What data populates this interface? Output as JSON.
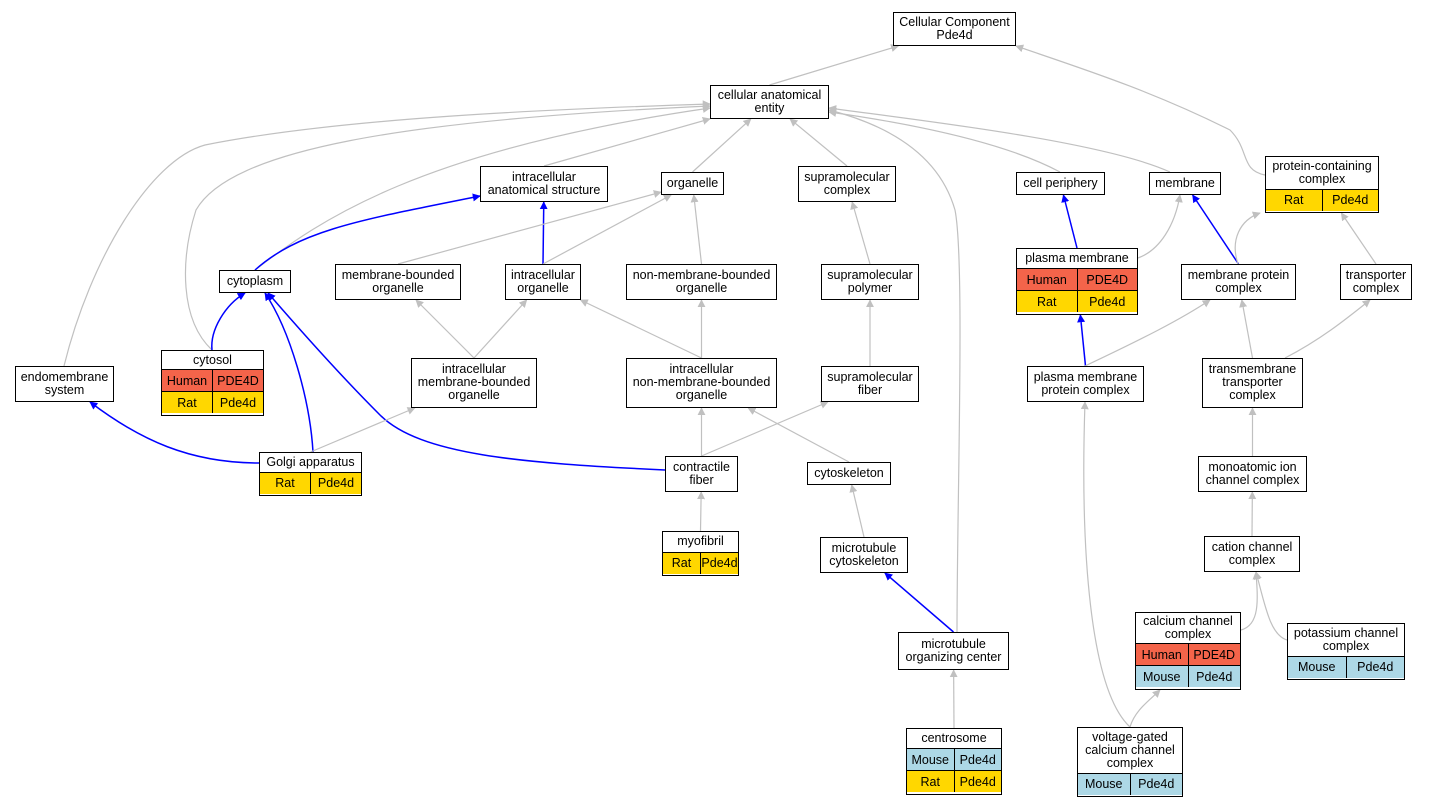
{
  "colors": {
    "gray_edge": "#c0c0c0",
    "blue_edge": "#0000ff",
    "human": "#f4644a",
    "rat": "#ffd700",
    "mouse": "#add8e6"
  },
  "nodes": {
    "cc": {
      "label": "Cellular Component\nPde4d"
    },
    "cae": {
      "label": "cellular anatomical\nentity"
    },
    "ias": {
      "label": "intracellular\nanatomical structure"
    },
    "organelle": {
      "label": "organelle"
    },
    "supcomplex": {
      "label": "supramolecular\ncomplex"
    },
    "cellper": {
      "label": "cell periphery"
    },
    "membrane": {
      "label": "membrane"
    },
    "pcc": {
      "label": "protein-containing\ncomplex",
      "rows": [
        {
          "species": "Rat",
          "gene": "Pde4d",
          "color": "rat"
        }
      ]
    },
    "cytoplasm": {
      "label": "cytoplasm"
    },
    "mbo": {
      "label": "membrane-bounded\norganelle"
    },
    "io": {
      "label": "intracellular\norganelle"
    },
    "nmbo": {
      "label": "non-membrane-bounded\norganelle"
    },
    "suppoly": {
      "label": "supramolecular\npolymer"
    },
    "pm": {
      "label": "plasma membrane",
      "rows": [
        {
          "species": "Human",
          "gene": "PDE4D",
          "color": "human"
        },
        {
          "species": "Rat",
          "gene": "Pde4d",
          "color": "rat"
        }
      ]
    },
    "mpc": {
      "label": "membrane protein\ncomplex"
    },
    "tc": {
      "label": "transporter\ncomplex"
    },
    "cytosol": {
      "label": "cytosol",
      "rows": [
        {
          "species": "Human",
          "gene": "PDE4D",
          "color": "human"
        },
        {
          "species": "Rat",
          "gene": "Pde4d",
          "color": "rat"
        }
      ]
    },
    "endo": {
      "label": "endomembrane\nsystem"
    },
    "imbo": {
      "label": "intracellular\nmembrane-bounded\norganelle"
    },
    "inmbo": {
      "label": "intracellular\nnon-membrane-bounded\norganelle"
    },
    "supfiber": {
      "label": "supramolecular\nfiber"
    },
    "pmpc": {
      "label": "plasma membrane\nprotein complex"
    },
    "ttc": {
      "label": "transmembrane\ntransporter\ncomplex"
    },
    "golgi": {
      "label": "Golgi apparatus",
      "rows": [
        {
          "species": "Rat",
          "gene": "Pde4d",
          "color": "rat"
        }
      ]
    },
    "cfiber": {
      "label": "contractile\nfiber"
    },
    "cytoskel": {
      "label": "cytoskeleton"
    },
    "mic": {
      "label": "monoatomic ion\nchannel complex"
    },
    "myofibril": {
      "label": "myofibril",
      "rows": [
        {
          "species": "Rat",
          "gene": "Pde4d",
          "color": "rat"
        }
      ]
    },
    "mtcyto": {
      "label": "microtubule\ncytoskeleton"
    },
    "ccc": {
      "label": "cation channel\ncomplex"
    },
    "calc": {
      "label": "calcium channel\ncomplex",
      "rows": [
        {
          "species": "Human",
          "gene": "PDE4D",
          "color": "human"
        },
        {
          "species": "Mouse",
          "gene": "Pde4d",
          "color": "mouse"
        }
      ]
    },
    "potc": {
      "label": "potassium channel\ncomplex",
      "rows": [
        {
          "species": "Mouse",
          "gene": "Pde4d",
          "color": "mouse"
        }
      ]
    },
    "mtoc": {
      "label": "microtubule\norganizing center"
    },
    "centrosome": {
      "label": "centrosome",
      "rows": [
        {
          "species": "Mouse",
          "gene": "Pde4d",
          "color": "mouse"
        },
        {
          "species": "Rat",
          "gene": "Pde4d",
          "color": "rat"
        }
      ]
    },
    "vgcc": {
      "label": "voltage-gated\ncalcium channel\ncomplex",
      "rows": [
        {
          "species": "Mouse",
          "gene": "Pde4d",
          "color": "mouse"
        }
      ]
    }
  },
  "edges": [
    {
      "from": "cae",
      "to": "cc",
      "color": "gray"
    },
    {
      "from": "pcc",
      "to": "cc",
      "color": "gray"
    },
    {
      "from": "ias",
      "to": "cae",
      "color": "gray"
    },
    {
      "from": "organelle",
      "to": "cae",
      "color": "gray"
    },
    {
      "from": "supcomplex",
      "to": "cae",
      "color": "gray"
    },
    {
      "from": "cellper",
      "to": "cae",
      "color": "gray"
    },
    {
      "from": "membrane",
      "to": "cae",
      "color": "gray"
    },
    {
      "from": "endo",
      "to": "cae",
      "color": "gray"
    },
    {
      "from": "cytosol",
      "to": "cae",
      "color": "gray"
    },
    {
      "from": "cytoplasm",
      "to": "cae",
      "color": "gray"
    },
    {
      "from": "mtoc",
      "to": "cae",
      "color": "gray"
    },
    {
      "from": "cytoplasm",
      "to": "ias",
      "color": "blue"
    },
    {
      "from": "io",
      "to": "ias",
      "color": "blue"
    },
    {
      "from": "mbo",
      "to": "organelle",
      "color": "gray"
    },
    {
      "from": "io",
      "to": "organelle",
      "color": "gray"
    },
    {
      "from": "nmbo",
      "to": "organelle",
      "color": "gray"
    },
    {
      "from": "suppoly",
      "to": "supcomplex",
      "color": "gray"
    },
    {
      "from": "pm",
      "to": "cellper",
      "color": "blue"
    },
    {
      "from": "pm",
      "to": "membrane",
      "color": "gray"
    },
    {
      "from": "mpc",
      "to": "membrane",
      "color": "blue"
    },
    {
      "from": "mpc",
      "to": "pcc",
      "color": "gray"
    },
    {
      "from": "tc",
      "to": "pcc",
      "color": "gray"
    },
    {
      "from": "cytosol",
      "to": "cytoplasm",
      "color": "blue"
    },
    {
      "from": "golgi",
      "to": "cytoplasm",
      "color": "blue"
    },
    {
      "from": "cfiber",
      "to": "cytoplasm",
      "color": "blue"
    },
    {
      "from": "imbo",
      "to": "mbo",
      "color": "gray"
    },
    {
      "from": "imbo",
      "to": "io",
      "color": "gray"
    },
    {
      "from": "inmbo",
      "to": "io",
      "color": "gray"
    },
    {
      "from": "inmbo",
      "to": "nmbo",
      "color": "gray"
    },
    {
      "from": "supfiber",
      "to": "suppoly",
      "color": "gray"
    },
    {
      "from": "pmpc",
      "to": "pm",
      "color": "blue"
    },
    {
      "from": "pmpc",
      "to": "mpc",
      "color": "gray"
    },
    {
      "from": "ttc",
      "to": "mpc",
      "color": "gray"
    },
    {
      "from": "ttc",
      "to": "tc",
      "color": "gray"
    },
    {
      "from": "golgi",
      "to": "endo",
      "color": "blue"
    },
    {
      "from": "golgi",
      "to": "imbo",
      "color": "gray"
    },
    {
      "from": "cfiber",
      "to": "inmbo",
      "color": "gray"
    },
    {
      "from": "cytoskel",
      "to": "inmbo",
      "color": "gray"
    },
    {
      "from": "cfiber",
      "to": "supfiber",
      "color": "gray"
    },
    {
      "from": "mic",
      "to": "ttc",
      "color": "gray"
    },
    {
      "from": "myofibril",
      "to": "cfiber",
      "color": "gray"
    },
    {
      "from": "mtcyto",
      "to": "cytoskel",
      "color": "gray"
    },
    {
      "from": "ccc",
      "to": "mic",
      "color": "gray"
    },
    {
      "from": "mtoc",
      "to": "mtcyto",
      "color": "blue"
    },
    {
      "from": "calc",
      "to": "ccc",
      "color": "gray"
    },
    {
      "from": "potc",
      "to": "ccc",
      "color": "gray"
    },
    {
      "from": "centrosome",
      "to": "mtoc",
      "color": "gray"
    },
    {
      "from": "vgcc",
      "to": "calc",
      "color": "gray"
    },
    {
      "from": "vgcc",
      "to": "pmpc",
      "color": "gray"
    }
  ]
}
